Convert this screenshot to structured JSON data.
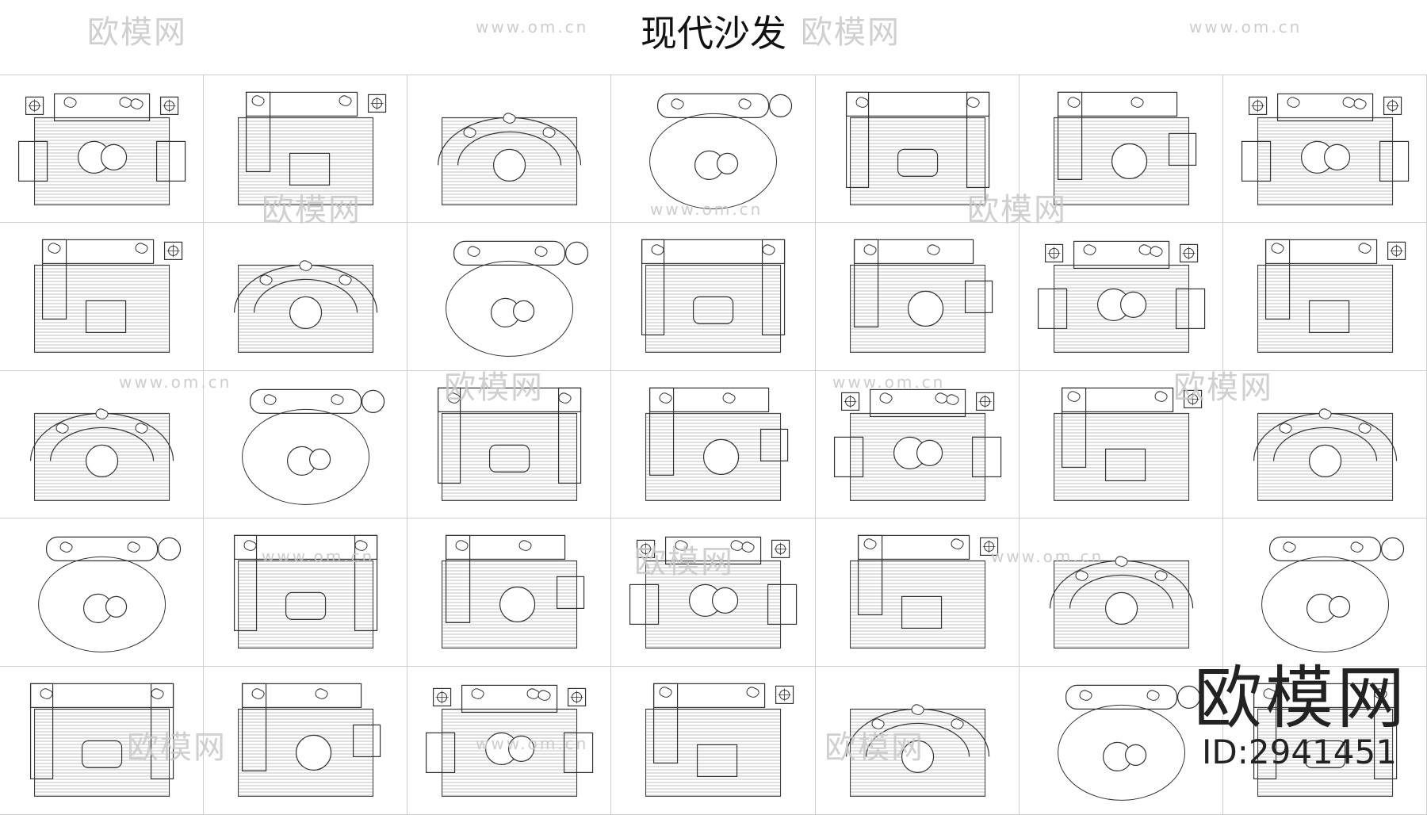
{
  "title": "现代沙发",
  "watermark": {
    "logo_text": "欧模网",
    "url_text": "www.om.cn"
  },
  "brand": {
    "name": "欧模网",
    "id": "ID:2941451"
  },
  "grid": {
    "rows": 5,
    "cols": 7
  },
  "colors": {
    "line": "#333333",
    "hatch": "#9a9a9a",
    "grid": "#cfcfcf",
    "watermark": "#c8c8c8"
  },
  "symbols": [
    "sofa-set-01",
    "sofa-set-02",
    "sofa-set-03",
    "sofa-set-04",
    "sofa-set-05",
    "sofa-set-06",
    "sofa-set-07",
    "sofa-set-08",
    "sofa-set-09",
    "sofa-set-10",
    "sofa-set-11",
    "sofa-set-12",
    "sofa-set-13",
    "sofa-set-14",
    "sofa-set-15",
    "sofa-set-16",
    "sofa-set-17",
    "sofa-set-18",
    "sofa-set-19",
    "sofa-set-20",
    "sofa-set-21",
    "sofa-set-22",
    "sofa-set-23",
    "sofa-set-24",
    "sofa-set-25",
    "sofa-set-26",
    "sofa-set-27",
    "sofa-set-28",
    "sofa-set-29",
    "sofa-set-30",
    "sofa-set-31",
    "sofa-set-32",
    "sofa-set-33",
    "sofa-set-34",
    "sofa-set-35"
  ]
}
